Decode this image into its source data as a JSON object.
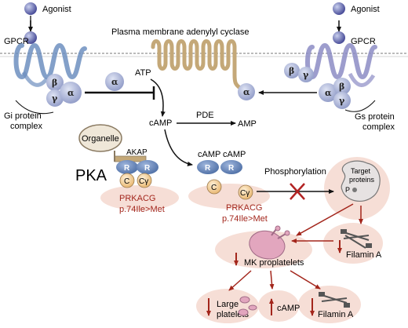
{
  "labels": {
    "agonist_left": "Agonist",
    "agonist_right": "Agonist",
    "gpcr_left": "GPCR",
    "gpcr_right": "GPCR",
    "membrane_ac": "Plasma membrane adenylyl cyclase",
    "atp": "ATP",
    "camp_center": "cAMP",
    "pde": "PDE",
    "amp": "AMP",
    "gi_line1": "Gi protein",
    "gi_line2": "complex",
    "gs_line1": "Gs protein",
    "gs_line2": "complex",
    "organelle": "Organelle",
    "akap": "AKAP",
    "pka": "PKA",
    "r1": "R",
    "r2": "R",
    "c1": "C",
    "cy1": "Cγ",
    "prkacg_left_1": "PRKACG",
    "prkacg_left_2": "p.74Ile>Met",
    "camp_r1": "cAMP",
    "camp_r2": "cAMP",
    "r3": "R",
    "r4": "R",
    "c2": "C",
    "cy2": "Cγ",
    "phosphorylation": "Phosphorylation",
    "prkacg_right_1": "PRKACG",
    "prkacg_right_2": "p.74Ile>Met",
    "target_1": "Target",
    "target_2": "proteins",
    "p_label": "P",
    "filamin_a_mid": "Filamin A",
    "mk_proplatelets": "MK proplatelets",
    "large_1": "Large",
    "large_2": "platelets",
    "camp_bottom": "cAMP",
    "filamin_a_bottom": "Filamin A",
    "alpha_gi": "α",
    "beta_gi": "β",
    "gamma_gi": "γ",
    "alpha_free_gi": "α",
    "alpha_gs": "α",
    "beta_gs": "β",
    "gamma_gs": "γ",
    "alpha_free_gs_beta": "β",
    "alpha_free_gs_gamma": "γ",
    "alpha_ac": "α"
  },
  "colors": {
    "receptor_left": "#6d8fbf",
    "receptor_right": "#8c8cc4",
    "adenylyl_cyclase": "#c4a878",
    "g_protein": "#a9b3d6",
    "pka_subunit": "#6f8fc0",
    "highlight_blob": "#f6ded6",
    "dark_red": "#a3261c",
    "red_x": "#b22222"
  }
}
